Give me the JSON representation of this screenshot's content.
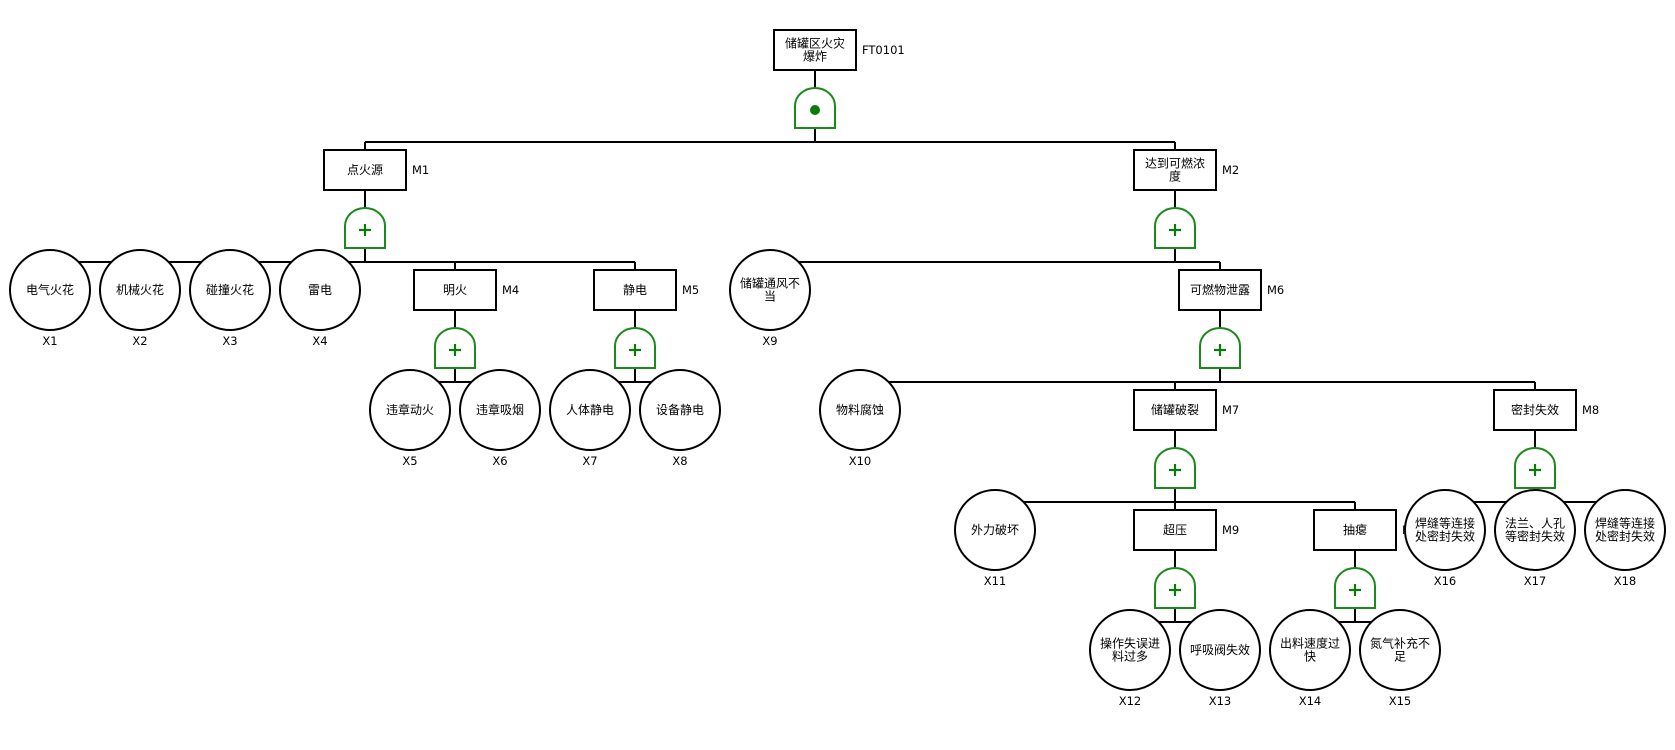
{
  "diagram": {
    "type": "fault-tree",
    "colors": {
      "gate": "#1a8a1a",
      "line": "#000000",
      "background": "#ffffff"
    },
    "nodes": [
      {
        "id": "FT0101",
        "label": "储罐区火灾\n爆炸",
        "kind": "top",
        "gate": "and"
      },
      {
        "id": "M1",
        "label": "点火源",
        "kind": "intermediate",
        "gate": "or",
        "parent": "FT0101"
      },
      {
        "id": "M2",
        "label": "达到可燃浓\n度",
        "kind": "intermediate",
        "gate": "or",
        "parent": "FT0101"
      },
      {
        "id": "X1",
        "label": "电气火花",
        "kind": "basic",
        "parent": "M1"
      },
      {
        "id": "X2",
        "label": "机械火花",
        "kind": "basic",
        "parent": "M1"
      },
      {
        "id": "X3",
        "label": "碰撞火花",
        "kind": "basic",
        "parent": "M1"
      },
      {
        "id": "X4",
        "label": "雷电",
        "kind": "basic",
        "parent": "M1"
      },
      {
        "id": "M4",
        "label": "明火",
        "kind": "intermediate",
        "gate": "or",
        "parent": "M1"
      },
      {
        "id": "M5",
        "label": "静电",
        "kind": "intermediate",
        "gate": "or",
        "parent": "M1"
      },
      {
        "id": "X5",
        "label": "违章动火",
        "kind": "basic",
        "parent": "M4"
      },
      {
        "id": "X6",
        "label": "违章吸烟",
        "kind": "basic",
        "parent": "M4"
      },
      {
        "id": "X7",
        "label": "人体静电",
        "kind": "basic",
        "parent": "M5"
      },
      {
        "id": "X8",
        "label": "设备静电",
        "kind": "basic",
        "parent": "M5"
      },
      {
        "id": "X9",
        "label": "储罐通风不\n当",
        "kind": "basic",
        "parent": "M2"
      },
      {
        "id": "M6",
        "label": "可燃物泄露",
        "kind": "intermediate",
        "gate": "or",
        "parent": "M2"
      },
      {
        "id": "X10",
        "label": "物料腐蚀",
        "kind": "basic",
        "parent": "M6"
      },
      {
        "id": "M7",
        "label": "储罐破裂",
        "kind": "intermediate",
        "gate": "or",
        "parent": "M6"
      },
      {
        "id": "M8",
        "label": "密封失效",
        "kind": "intermediate",
        "gate": "or",
        "parent": "M6"
      },
      {
        "id": "X11",
        "label": "外力破坏",
        "kind": "basic",
        "parent": "M7"
      },
      {
        "id": "M9",
        "label": "超压",
        "kind": "intermediate",
        "gate": "or",
        "parent": "M7"
      },
      {
        "id": "M10",
        "label": "抽瘪",
        "kind": "intermediate",
        "gate": "or",
        "parent": "M7"
      },
      {
        "id": "X12",
        "label": "操作失误进\n料过多",
        "kind": "basic",
        "parent": "M9"
      },
      {
        "id": "X13",
        "label": "呼吸阀失效",
        "kind": "basic",
        "parent": "M9"
      },
      {
        "id": "X14",
        "label": "出料速度过\n快",
        "kind": "basic",
        "parent": "M10"
      },
      {
        "id": "X15",
        "label": "氮气补充不\n足",
        "kind": "basic",
        "parent": "M10"
      },
      {
        "id": "X16",
        "label": "焊缝等连接\n处密封失效",
        "kind": "basic",
        "parent": "M8"
      },
      {
        "id": "X17",
        "label": "法兰、人孔\n等密封失效",
        "kind": "basic",
        "parent": "M8"
      },
      {
        "id": "X18",
        "label": "焊缝等连接\n处密封失效",
        "kind": "basic",
        "parent": "M8"
      }
    ]
  }
}
